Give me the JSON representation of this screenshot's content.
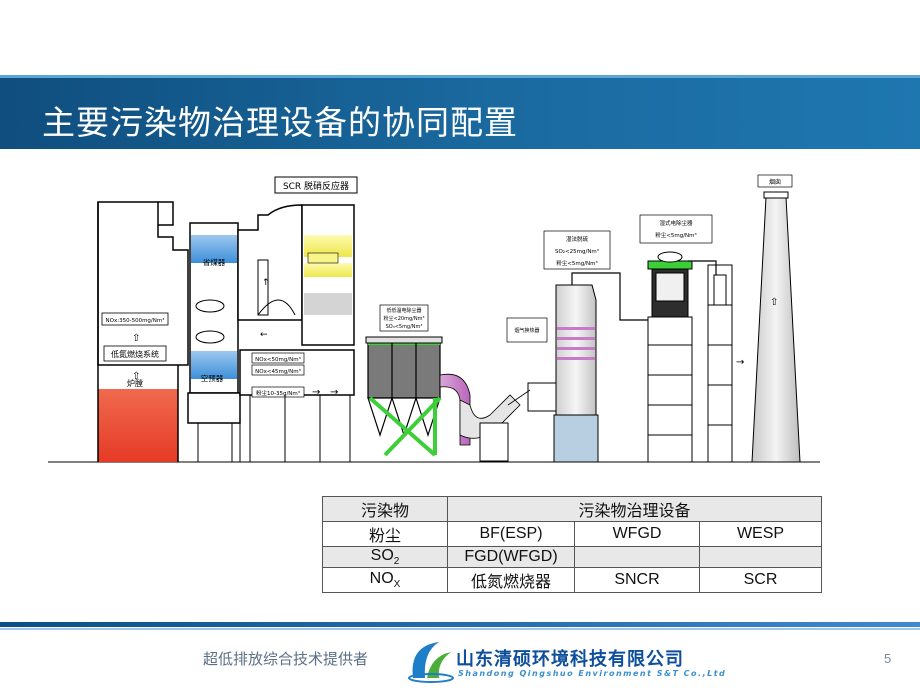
{
  "slide": {
    "title": "主要污染物治理设备的协同配置",
    "page_number": "5"
  },
  "diagram": {
    "scr_label": "SCR 脱硝反应器",
    "boiler_nox": "NOx:350-500mg/Nm³",
    "low_nox_burner": "低氮燃烧系统",
    "furnace": "炉膛",
    "economizer": "省煤器",
    "air_preheater": "空预器",
    "nox_out_1": "NOx<50mg/Nm³",
    "nox_out_2": "NOx<45mg/Nm³",
    "dust_in": "粉尘10-35g/Nm³",
    "esp_note_1": "低低温电除尘器",
    "esp_note_2": "粉尘<20mg/Nm³",
    "esp_note_3": "SO₃<5mg/Nm³",
    "fgd_note_1": "湿法脱硫",
    "fgd_note_2": "SO₂<25mg/Nm³",
    "fgd_note_3": "粉尘<5mg/Nm³",
    "wesp_title": "湿式电除尘器",
    "wesp_note": "粉尘<5mg/Nm³",
    "heat_exchanger": "烟气换热器",
    "stack": "烟囱"
  },
  "table": {
    "header": [
      "污染物",
      "污染物治理设备"
    ],
    "rows": [
      {
        "pollutant": "粉尘",
        "pollutant_sub": "",
        "equip": [
          "BF(ESP)",
          "WFGD",
          "WESP"
        ]
      },
      {
        "pollutant": "SO",
        "pollutant_sub": "2",
        "equip": [
          "FGD(WFGD)",
          "",
          ""
        ]
      },
      {
        "pollutant": "NO",
        "pollutant_sub": "X",
        "equip": [
          "低氮燃烧器",
          "SNCR",
          "SCR"
        ]
      }
    ]
  },
  "footer": {
    "slogan": "超低排放综合技术提供者",
    "company_cn": "山东清硕环境科技有限公司",
    "company_en": "Shandong Qingshuo Environment S&T Co.,Ltd"
  },
  "colors": {
    "title_bar": "#1a6aa0",
    "furnace_red": "#e8422e",
    "catalyst_yellow": "#f2ee54",
    "heat_blue": "#3d8fd8",
    "esp_green": "#3dcf38",
    "duct_purple": "#c87ac8",
    "company_blue": "#0e4f9c"
  }
}
